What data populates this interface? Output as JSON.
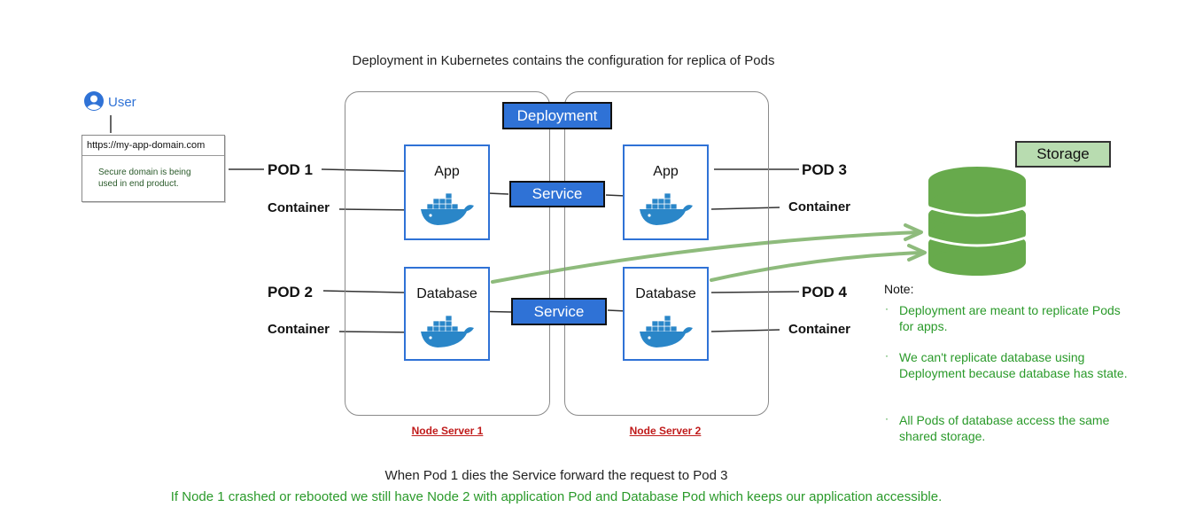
{
  "title": "Deployment in Kubernetes contains the configuration for replica of Pods",
  "user": {
    "label": "User",
    "browser_url": "https://my-app-domain.com",
    "browser_message": "Secure domain is being used in end product."
  },
  "deployment_label": "Deployment",
  "service_label": "Service",
  "nodes": [
    {
      "label": "Node Server 1"
    },
    {
      "label": "Node Server 2"
    }
  ],
  "pods": {
    "pod1": {
      "label": "POD 1",
      "container": "Container",
      "name": "App"
    },
    "pod2": {
      "label": "POD 2",
      "container": "Container",
      "name": "Database"
    },
    "pod3": {
      "label": "POD 3",
      "container": "Container",
      "name": "App"
    },
    "pod4": {
      "label": "POD 4",
      "container": "Container",
      "name": "Database"
    }
  },
  "storage_label": "Storage",
  "note": {
    "title": "Note:",
    "items": [
      "Deployment are meant to replicate Pods for apps.",
      "We can't replicate database using Deployment because database has state.",
      "All Pods of database access the same shared storage."
    ],
    "bullet": "·"
  },
  "captions": {
    "line1": "When Pod 1 dies the Service forward the request to Pod 3",
    "line2": "If Node 1 crashed or rebooted we still have Node 2 with application Pod and Database Pod which keeps our application accessible."
  },
  "colors": {
    "accent_blue": "#2f72d6",
    "node_label_red": "#c01b1b",
    "note_green": "#2a9a2a",
    "storage_green": "#67aa4c",
    "arrow_green": "#8ebb7c"
  },
  "icons": [
    "user-icon",
    "docker-whale-icon",
    "database-cylinder-icon"
  ]
}
